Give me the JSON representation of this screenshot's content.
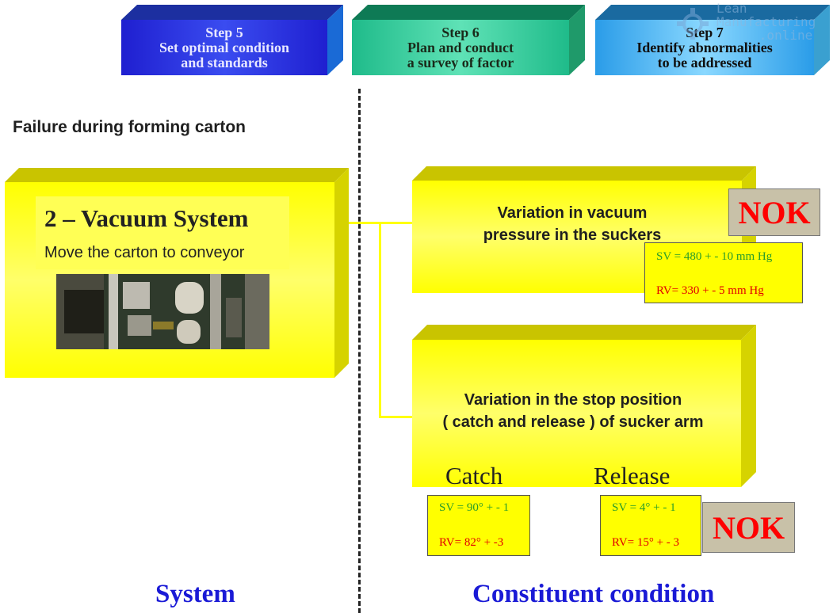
{
  "steps": [
    {
      "line1": "Step 5",
      "line2": "Set optimal condition",
      "line3": "and standards"
    },
    {
      "line1": "Step 6",
      "line2": "Plan and conduct",
      "line3": "a survey of factor"
    },
    {
      "line1": "Step 7",
      "line2": "Identify abnormalities",
      "line3": "to be addressed"
    }
  ],
  "watermark": {
    "line1": "Lean",
    "line2": "Manufacturing",
    "line3": ".online"
  },
  "failure_title": "Failure during forming carton",
  "system_box": {
    "title": "2 – Vacuum System",
    "subtitle": "Move the carton to conveyor"
  },
  "condition1": {
    "line1": "Variation in vacuum",
    "line2": "pressure in the suckers",
    "status": "NOK",
    "sv": "SV = 480 + - 10 mm Hg",
    "rv": "RV= 330 + - 5 mm Hg"
  },
  "condition2": {
    "line1": "Variation in the stop position",
    "line2": "( catch and release ) of sucker arm",
    "catch_label": "Catch",
    "release_label": "Release",
    "catch_sv": "SV = 90° + - 1",
    "catch_rv": "RV= 82° + -3",
    "release_sv": "SV = 4° + - 1",
    "release_rv": "RV= 15° + - 3",
    "status": "NOK"
  },
  "footer": {
    "left": "System",
    "right": "Constituent condition"
  },
  "colors": {
    "step5": "#2323d6",
    "step6": "#2fbf8f",
    "step7": "#2aa8e8",
    "yellow": "#ffff00",
    "footer_blue": "#1a1ad6",
    "nok_red": "#ff0000",
    "sv_green": "#2a9d2a",
    "rv_red": "#e10000"
  },
  "icons": [
    "gear-icon",
    "machine-photo"
  ]
}
